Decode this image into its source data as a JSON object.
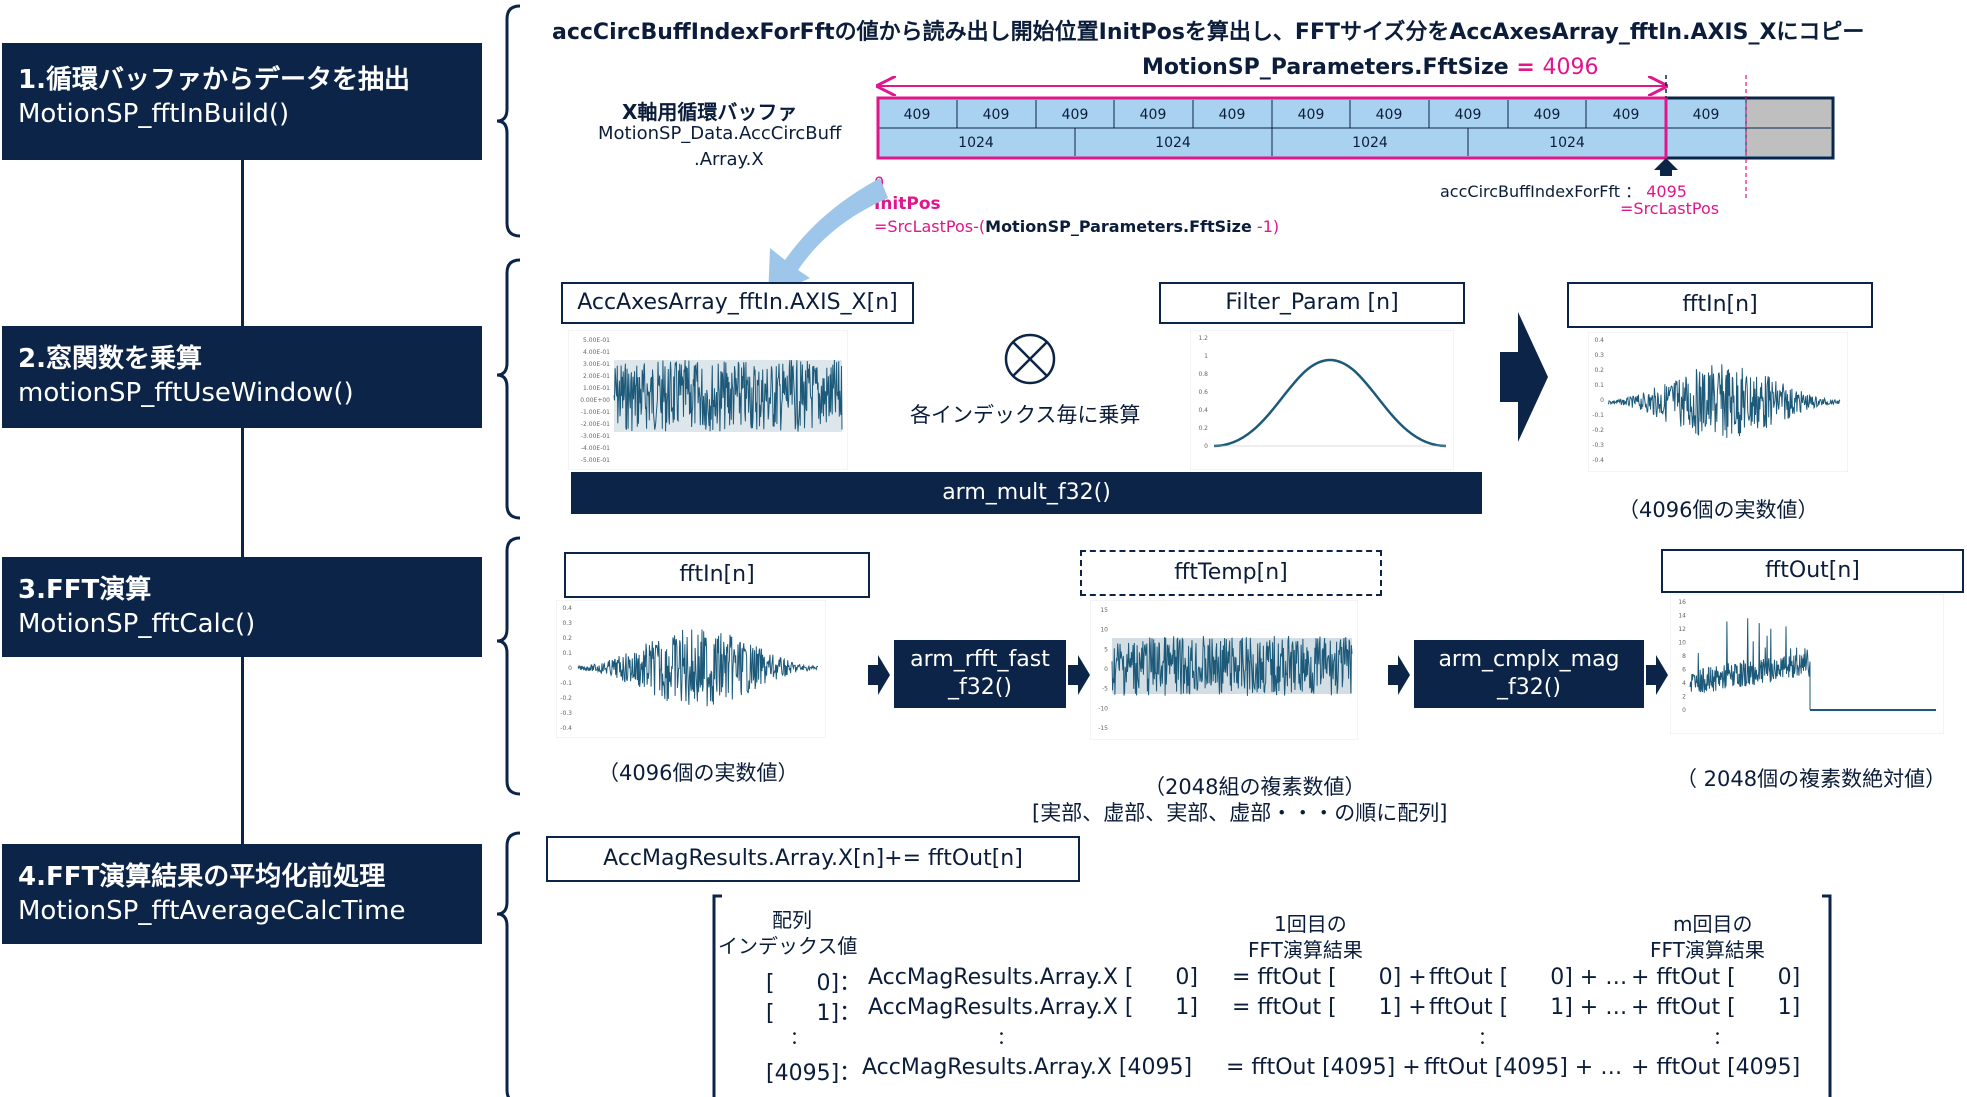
{
  "colors": {
    "navy": "#0b2447",
    "pink": "#e0168b",
    "cell": "#a9d2f0",
    "plot": "#1d5a7a",
    "gray": "#bfbfbf",
    "arrow": "#9dc6ea"
  },
  "steps": [
    {
      "line1": "1.循環バッファからデータを抽出",
      "line2": "MotionSP_fftInBuild()"
    },
    {
      "line1": "2.窓関数を乗算",
      "line2": "motionSP_fftUseWindow()"
    },
    {
      "line1": "3.FFT演算",
      "line2": "MotionSP_fftCalc()"
    },
    {
      "line1": "4.FFT演算結果の平均化前処理",
      "line2": "MotionSP_fftAverageCalcTime"
    }
  ],
  "section1": {
    "header": "accCircBuffIndexForFftの値から読み出し開始位置InitPosを算出し、FFTサイズ分をAccAxesArray_fftIn.AXIS_Xにコピー",
    "fftsize_label": "MotionSP_Parameters.FftSize",
    "fftsize_eq": " = ",
    "fftsize_value": "4096",
    "buffer_title": "X軸用循環バッファ",
    "buffer_name1": "MotionSP_Data.AccCircBuff",
    "buffer_name2": ".Array.X",
    "cells_top": [
      "409",
      "409",
      "409",
      "409",
      "409",
      "409",
      "409",
      "409",
      "409",
      "409",
      "409"
    ],
    "cells_bottom": [
      "1024",
      "1024",
      "1024",
      "1024"
    ],
    "initpos_zero": "0",
    "initpos_label": "InitPos",
    "initpos_formula_a": "=SrcLastPos-(",
    "initpos_formula_b": "MotionSP_Parameters.FftSize",
    "initpos_formula_c": " -1)",
    "idx_label": "accCircBuffIndexForFft ：",
    "idx_value": "4095",
    "src_last": "=SrcLastPos"
  },
  "section2": {
    "box_in": "AccAxesArray_fftIn.AXIS_X[n]",
    "box_filter": "Filter_Param [n]",
    "box_out": "fftIn[n]",
    "multiply_note": "各インデックス毎に乗算",
    "func": "arm_mult_f32()",
    "caption_out": "（4096個の実数値）",
    "in_ticks": [
      "5.00E-01",
      "4.00E-01",
      "3.00E-01",
      "2.00E-01",
      "1.00E-01",
      "0.00E+00",
      "-1.00E-01",
      "-2.00E-01",
      "-3.00E-01",
      "-4.00E-01",
      "-5.00E-01"
    ],
    "filter_ticks": [
      "1.2",
      "1",
      "0.8",
      "0.6",
      "0.4",
      "0.2",
      "0"
    ],
    "out_ticks": [
      "0.4",
      "0.3",
      "0.2",
      "0.1",
      "0",
      "-0.1",
      "-0.2",
      "-0.3",
      "-0.4"
    ]
  },
  "section3": {
    "box_in": "fftIn[n]",
    "box_temp": "fftTemp[n]",
    "box_out": "fftOut[n]",
    "func1_a": "arm_rfft_fast",
    "func1_b": "_f32()",
    "func2_a": "arm_cmplx_mag",
    "func2_b": "_f32()",
    "caption_in": "（4096個の実数値）",
    "caption_temp1": "（2048組の複素数値）",
    "caption_temp2": "[実部、虚部、実部、虚部・・・の順に配列]",
    "caption_out": "（ 2048個の複素数絶対値）",
    "in_ticks": [
      "0.4",
      "0.3",
      "0.2",
      "0.1",
      "0",
      "-0.1",
      "-0.2",
      "-0.3",
      "-0.4"
    ],
    "temp_ticks": [
      "15",
      "10",
      "5",
      "0",
      "-5",
      "-10",
      "-15"
    ],
    "out_ticks": [
      "16",
      "14",
      "12",
      "10",
      "8",
      "6",
      "4",
      "2",
      "0"
    ]
  },
  "section4": {
    "box_eq": "AccMagResults.Array.X[n]+= fftOut[n]",
    "head_idx1": "配列",
    "head_idx2": "インデックス値",
    "head_first1": "1回目の",
    "head_first2": "FFT演算結果",
    "head_m1": "m回目の",
    "head_m2": "FFT演算結果",
    "rows": [
      {
        "idx": "[      0]：",
        "lhs": "AccMagResults.Array.X [      0]",
        "a": "= fftOut [      0] +",
        "b": "fftOut [      0] + …",
        "c": "+ fftOut [      0]"
      },
      {
        "idx": "[      1]：",
        "lhs": "AccMagResults.Array.X [      1]",
        "a": "= fftOut [      1] +",
        "b": "fftOut [      1] + …",
        "c": "+ fftOut [      1]"
      },
      {
        "idx": "[4095]：",
        "lhs": "AccMagResults.Array.X [4095]",
        "a": "= fftOut [4095] +",
        "b": "fftOut [4095] + …",
        "c": "+ fftOut [4095]"
      }
    ],
    "vdots": "："
  }
}
